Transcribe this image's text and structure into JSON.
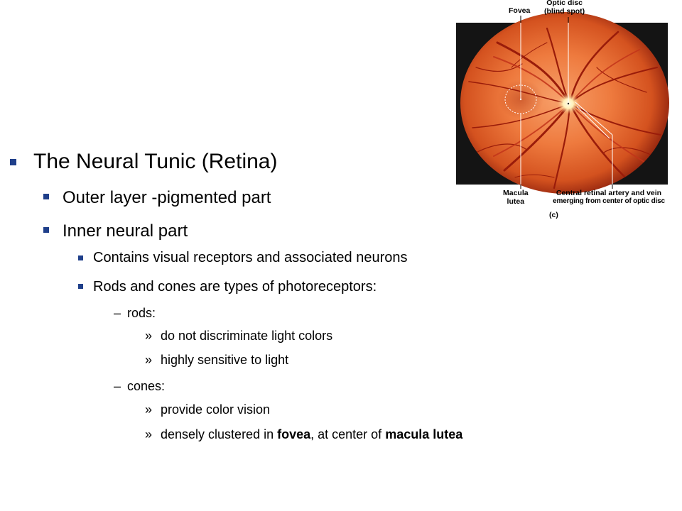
{
  "slide": {
    "level1": "The Neural Tunic (Retina)",
    "level2": [
      "Outer layer -pigmented part",
      "Inner neural part"
    ],
    "level3": [
      "Contains visual receptors and associated neurons",
      "Rods and cones are types of photoreceptors:"
    ],
    "rods_label": "rods:",
    "rods_items": [
      "do not discriminate light colors",
      "highly sensitive to light"
    ],
    "cones_label": "cones:",
    "cones_items": {
      "item1": "provide color vision",
      "item2_prefix": "densely clustered in ",
      "item2_fovea": "fovea",
      "item2_mid": ", at center of ",
      "item2_macula": "macula lutea"
    },
    "dash_glyph": "–",
    "raquo_glyph": "»"
  },
  "figure": {
    "label_fovea": "Fovea",
    "label_optic_disc_1": "Optic disc",
    "label_optic_disc_2": "(blind spot)",
    "label_macula_1": "Macula",
    "label_macula_2": "lutea",
    "label_artery_1": "Central retinal artery and vein",
    "label_artery_2": "emerging from center of optic disc",
    "label_panel": "(c)"
  },
  "colors": {
    "bullet": "#1f3f8a",
    "retina_bright": "#f0844a",
    "retina_dark": "#8a1e0c",
    "disc": "#fff3c8",
    "frame": "#141414"
  }
}
